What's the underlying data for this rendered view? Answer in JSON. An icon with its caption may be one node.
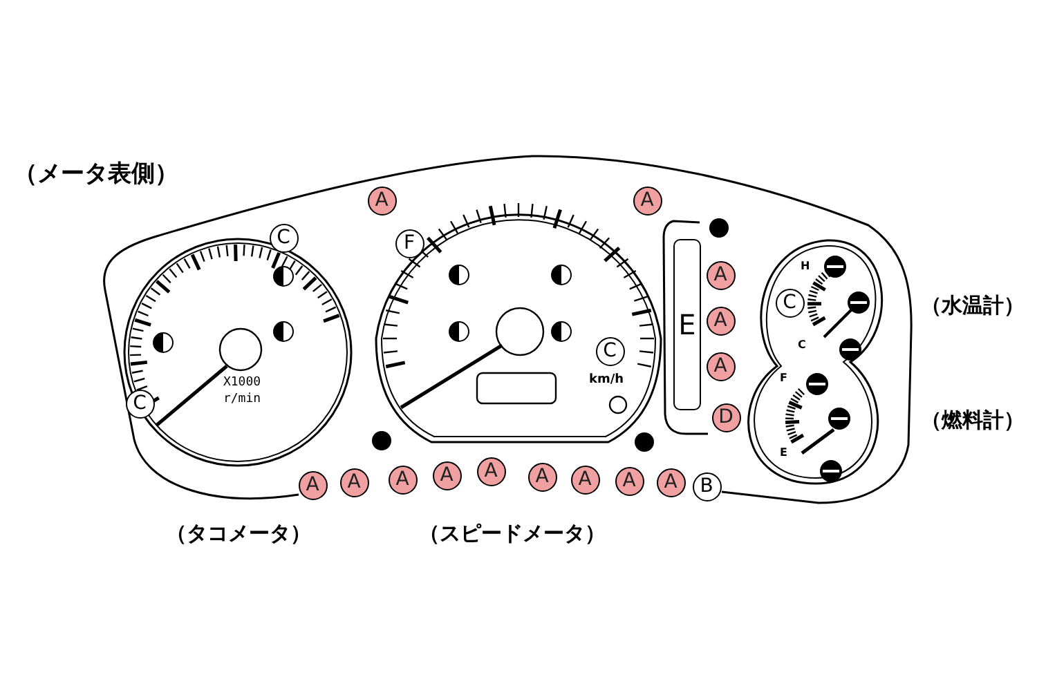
{
  "diagram": {
    "nodes": [
      {
        "text": [
          "A"
        ]
      },
      {
        "text": [
          "A"
        ]
      },
      {
        "text": [
          "C"
        ]
      },
      {
        "text": [
          "F"
        ]
      },
      {
        "text": [
          "A"
        ]
      },
      {
        "text": [
          "C"
        ]
      },
      {
        "text": [
          "A"
        ]
      },
      {
        "text": [
          "C"
        ]
      },
      {
        "text": [
          "A"
        ]
      },
      {
        "text": [
          "C"
        ]
      },
      {
        "text": [
          "D"
        ]
      },
      {
        "text": [
          "E"
        ]
      },
      {
        "text": [
          "A"
        ]
      },
      {
        "text": [
          "A"
        ]
      },
      {
        "text": [
          "A"
        ]
      },
      {
        "text": [
          "A"
        ]
      },
      {
        "text": [
          "A"
        ]
      },
      {
        "text": [
          "A"
        ]
      },
      {
        "text": [
          "A"
        ]
      },
      {
        "text": [
          "A"
        ]
      },
      {
        "text": [
          "A"
        ]
      },
      {
        "text": [
          "B"
        ]
      }
    ],
    "labels": [
      "（メータ表側）",
      "X1000 r/min",
      "km/h",
      "H",
      "C",
      "（水温計）",
      "F",
      "E",
      "（燃料計）",
      "（タコメータ）",
      "（スピードメータ）"
    ]
  }
}
